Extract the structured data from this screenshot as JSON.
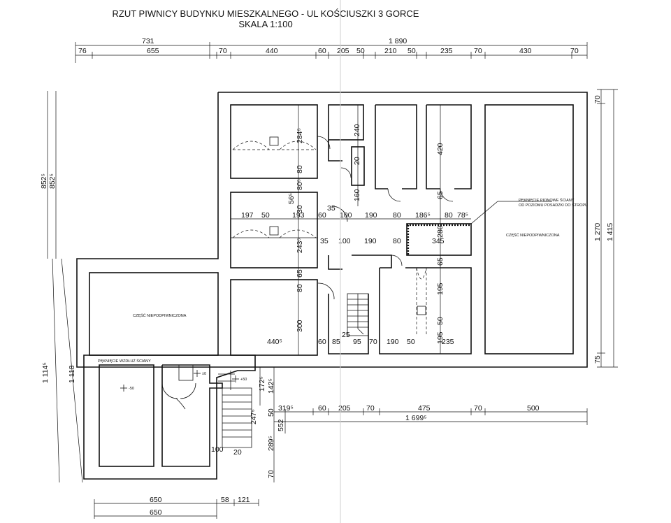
{
  "title": {
    "line1": "RZUT PIWNICY BUDYNKU MIESZKALNEGO - UL KOŚCIUSZKI 3 GORCE",
    "line2": "SKALA 1:100"
  },
  "notes": {
    "crack_vertical": "PĘKNIĘCIE PIONOWE ŚCIANY",
    "crack_vertical_2": "OD POZIOMU POSADZKI DO STROPU",
    "non_basement_right": "CZĘŚĆ NIEPODPIWNICZONA",
    "non_basement_left": "CZĘŚĆ NIEPODPIWNICZONA",
    "crack_along": "PĘKNIĘCIE WZDŁUŻ ŚCIANY"
  },
  "levels": [
    "-50",
    "±0",
    "+50"
  ],
  "dims": {
    "top_total_left": "731",
    "top_total_right": "1 890",
    "top_row": [
      "76",
      "655",
      "70",
      "440",
      "60",
      "205",
      "50",
      "210",
      "50",
      "235",
      "70",
      "430",
      "70"
    ],
    "left_vertical": [
      "852⁵",
      "852⁵",
      "1 114⁵",
      "1 118"
    ],
    "right_vertical": [
      "70",
      "1 270",
      "1 415",
      "75"
    ],
    "inner_a": [
      "197",
      "50",
      "193",
      "60",
      "100",
      "190",
      "80",
      "186⁵",
      "80",
      "78⁵"
    ],
    "inner_b": [
      "35",
      "100",
      "190",
      "80",
      "345"
    ],
    "inner_c": [
      "440⁵",
      "60",
      "85",
      "25",
      "95",
      "70",
      "190",
      "50",
      "235"
    ],
    "vert_a": [
      "284⁵",
      "80",
      "80⁵",
      "56⁵",
      "30",
      "243⁵",
      "65",
      "80",
      "300"
    ],
    "vert_b": [
      "240",
      "20",
      "160",
      "35"
    ],
    "vert_c": [
      "420",
      "65",
      "280",
      "65",
      "195",
      "50",
      "195"
    ],
    "bottom_row": [
      "319⁵",
      "60",
      "205",
      "70",
      "475",
      "70",
      "500"
    ],
    "bottom_total": "1 699⁵",
    "annex_vert": [
      "172⁵",
      "142⁵",
      "247⁵",
      "50",
      "552",
      "289⁵",
      "70"
    ],
    "annex_small": [
      "100",
      "20"
    ],
    "base_row": [
      "650",
      "58",
      "121"
    ],
    "base_total": "650"
  }
}
